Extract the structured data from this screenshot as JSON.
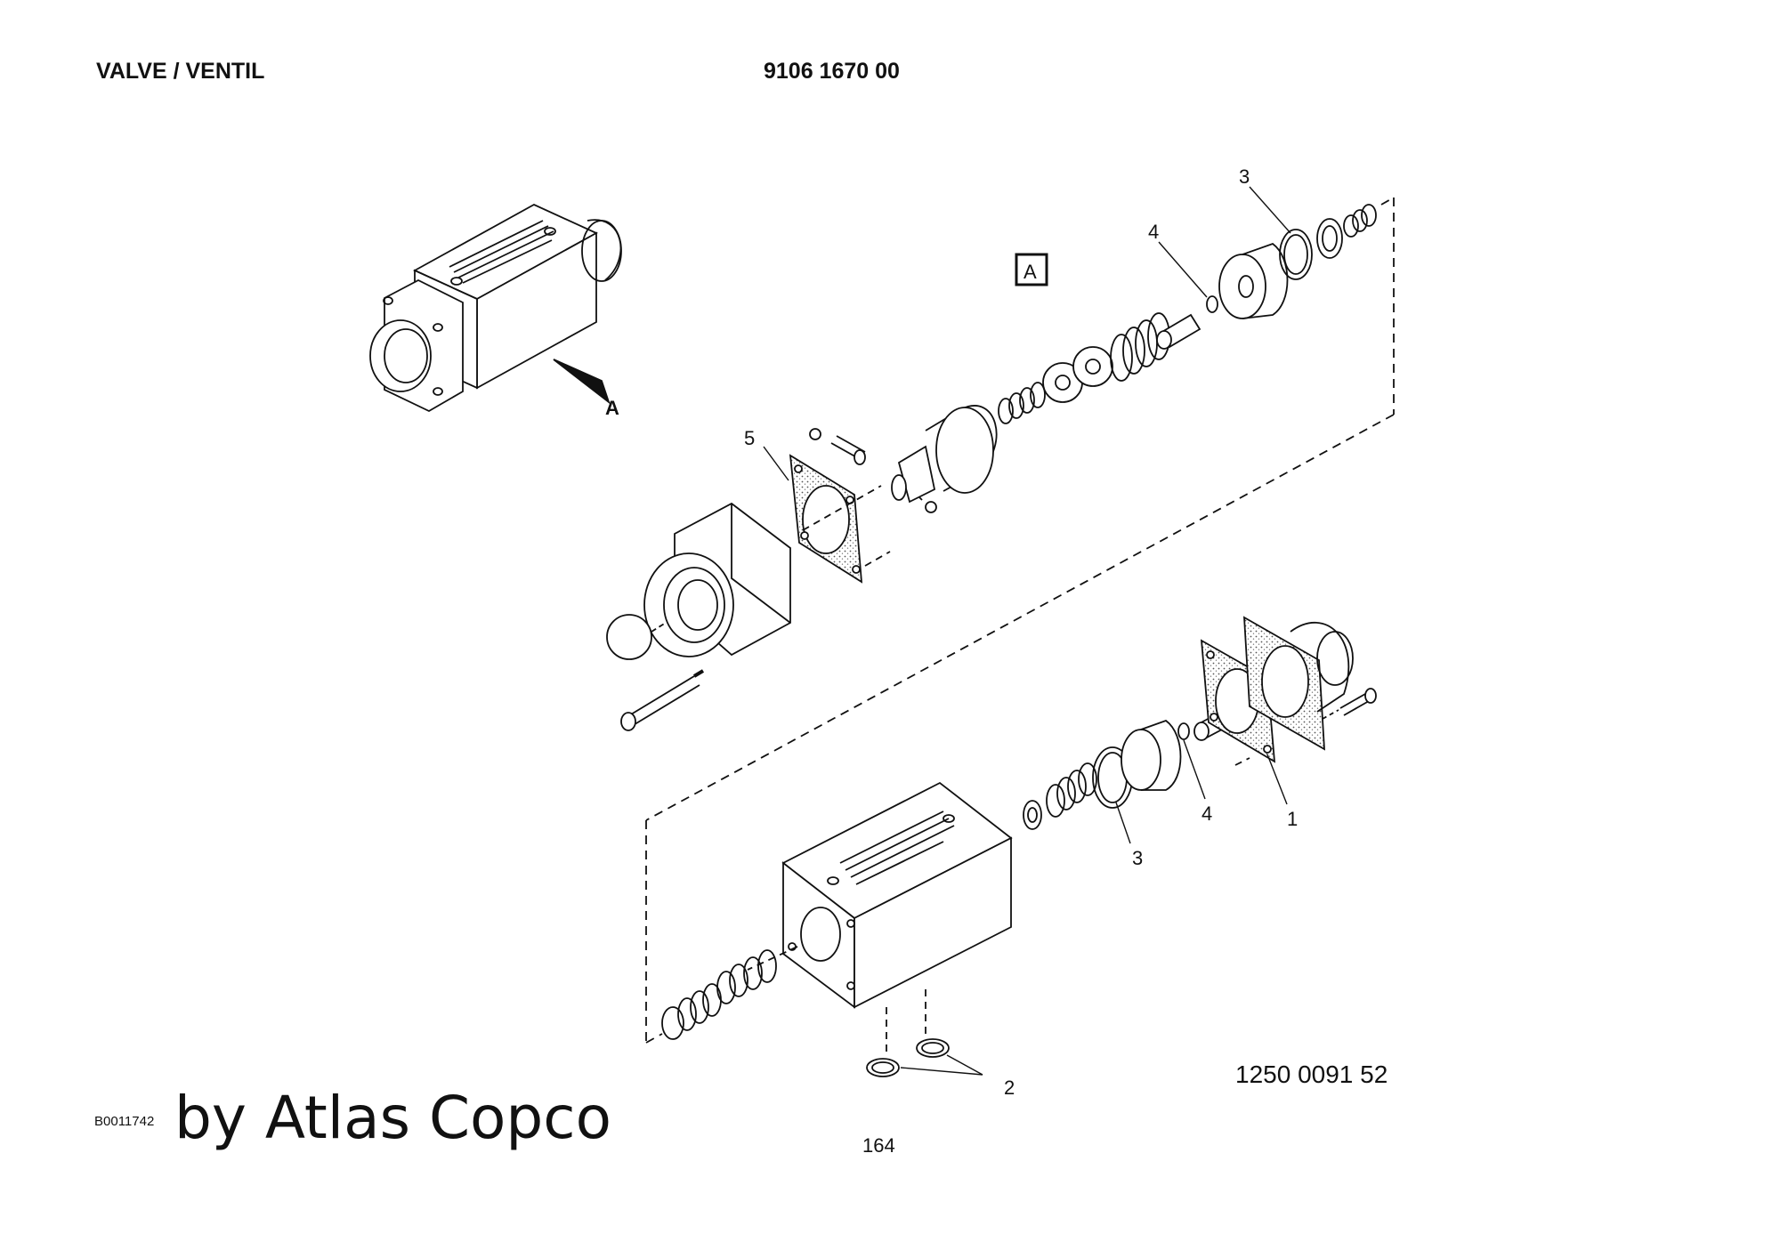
{
  "header": {
    "title": "VALVE / VENTIL",
    "part_number": "9106 1670 00"
  },
  "diagram": {
    "view_marker": "A",
    "view_arrow_label": "A",
    "callouts": {
      "c1": "1",
      "c2": "2",
      "c3_top": "3",
      "c3_bottom": "3",
      "c4_top": "4",
      "c4_bottom": "4",
      "c5": "5"
    }
  },
  "footer": {
    "reference_number": "1250 0091 52",
    "image_code": "B0011742",
    "brand": "by Atlas Copco",
    "page_number": "164"
  }
}
